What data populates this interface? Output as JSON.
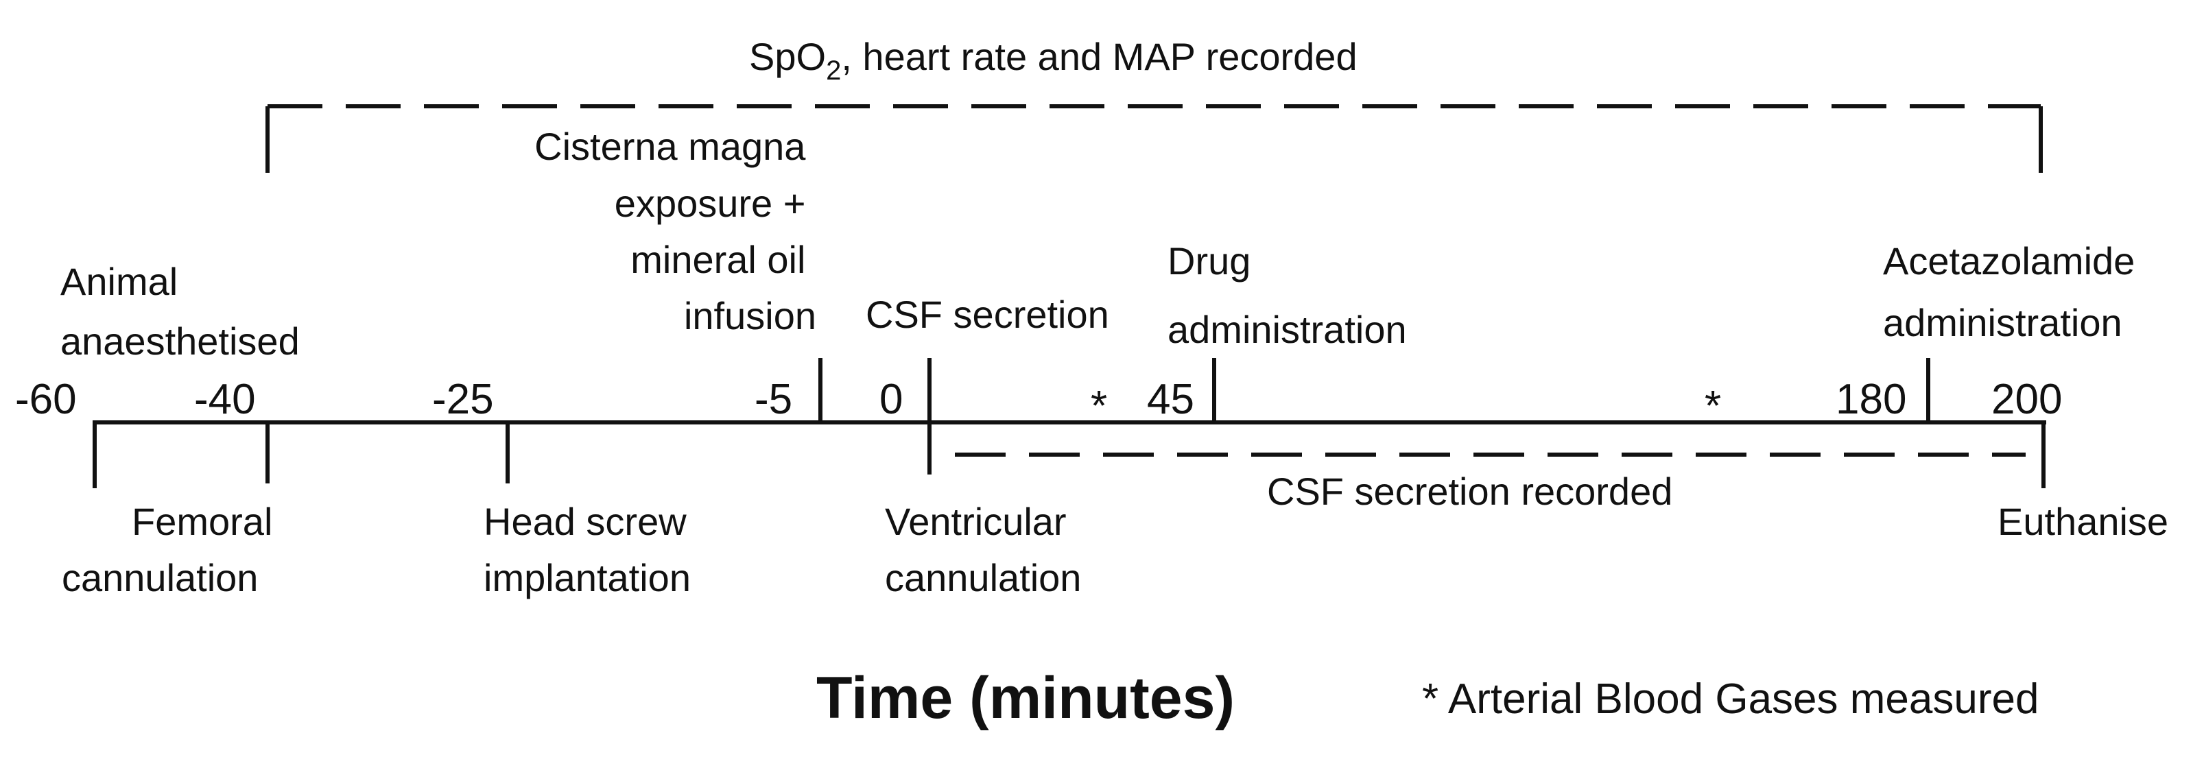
{
  "header": {
    "prefix": "SpO",
    "subscript": "2",
    "suffix": ", heart rate and MAP recorded"
  },
  "tick_numbers": [
    "-60",
    "-40",
    "-25",
    "-5",
    "0",
    "45",
    "180",
    "200"
  ],
  "events_above": [
    {
      "lines": [
        "Animal",
        "anaesthetised"
      ]
    },
    {
      "lines": [
        "Cisterna magna",
        "exposure +",
        "mineral oil",
        "infusion"
      ]
    },
    {
      "lines": [
        "CSF secretion"
      ]
    },
    {
      "lines": [
        "Drug",
        "administration"
      ]
    },
    {
      "lines": [
        "Acetazolamide",
        "administration"
      ]
    }
  ],
  "events_below": [
    {
      "lines": [
        "Femoral",
        "cannulation"
      ]
    },
    {
      "lines": [
        "Head screw",
        "implantation"
      ]
    },
    {
      "lines": [
        "Ventricular",
        "cannulation"
      ]
    },
    {
      "lines": [
        "CSF secretion recorded"
      ]
    },
    {
      "lines": [
        "Euthanise"
      ]
    }
  ],
  "abg_marker": "*",
  "axis_title": "Time (minutes)",
  "footnote": "* Arterial Blood Gases measured"
}
